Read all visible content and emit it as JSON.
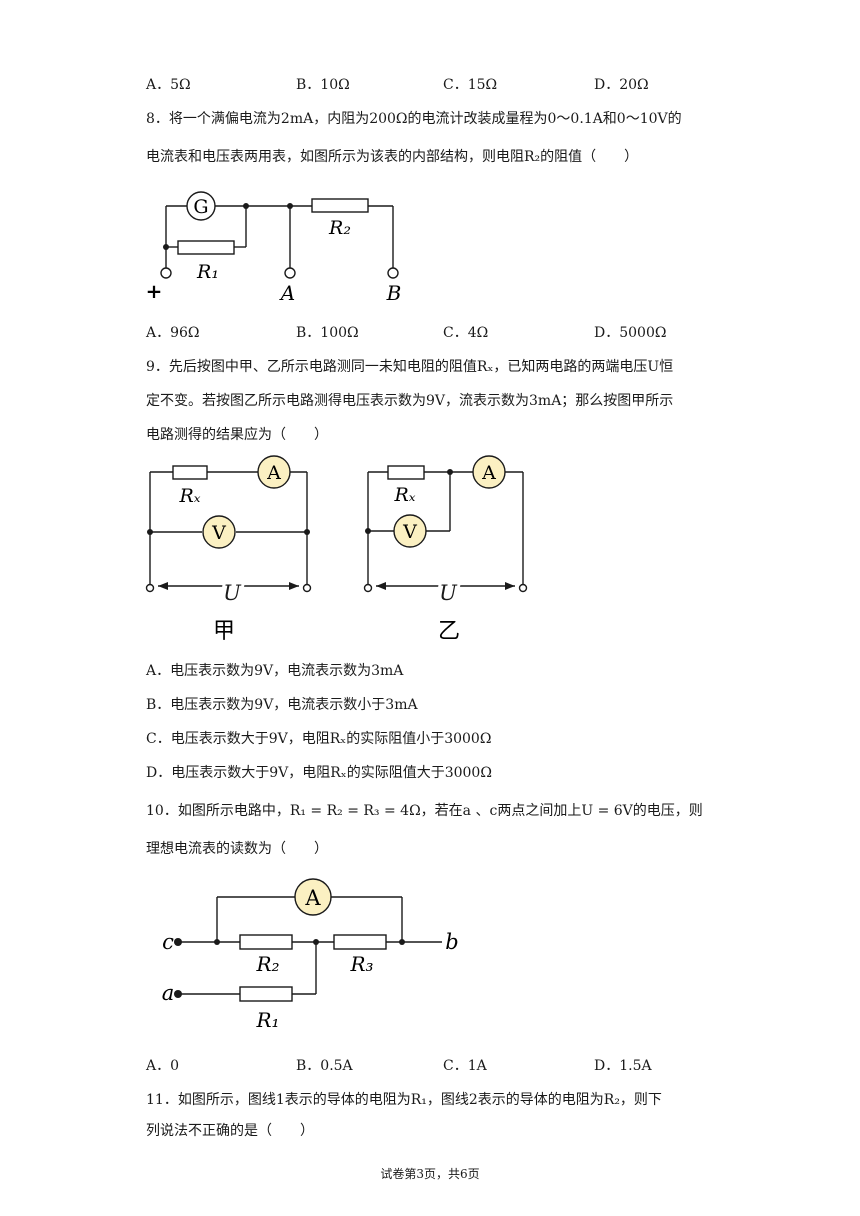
{
  "q7": {
    "options": [
      "A．5Ω",
      "B．10Ω",
      "C．15Ω",
      "D．20Ω"
    ]
  },
  "q8": {
    "line1": "8．将一个满偏电流为2mA，内阻为200Ω的电流计改装成量程为0～0.1A和0～10V的",
    "line2": "电流表和电压表两用表，如图所示为该表的内部结构，则电阻R₂的阻值（　　）",
    "figure": {
      "galvanometer": "G",
      "r1": "R₁",
      "r2": "R₂",
      "plus": "+",
      "terminal_a": "A",
      "terminal_b": "B"
    },
    "options": [
      "A．96Ω",
      "B．100Ω",
      "C．4Ω",
      "D．5000Ω"
    ]
  },
  "q9": {
    "line1": "9．先后按图中甲、乙所示电路测同一未知电阻的阻值Rₓ，已知两电路的两端电压U恒",
    "line2": "定不变。若按图乙所示电路测得电压表示数为9V，流表示数为3mA；那么按图甲所示",
    "line3": "电路测得的结果应为（　　）",
    "figure": {
      "rx": "Rₓ",
      "ammeter": "A",
      "voltmeter": "V",
      "u": "U",
      "label_left": "甲",
      "label_right": "乙"
    },
    "options": [
      "A．电压表示数为9V，电流表示数为3mA",
      "B．电压表示数为9V，电流表示数小于3mA",
      "C．电压表示数大于9V，电阻Rₓ的实际阻值小于3000Ω",
      "D．电压表示数大于9V，电阻Rₓ的实际阻值大于3000Ω"
    ]
  },
  "q10": {
    "line1": "10．如图所示电路中，R₁ = R₂ = R₃ = 4Ω，若在a 、c两点之间加上U = 6V的电压，则",
    "line2": "理想电流表的读数为（　　）",
    "figure": {
      "ammeter": "A",
      "c": "c",
      "a": "a",
      "b": "b",
      "r1": "R₁",
      "r2": "R₂",
      "r3": "R₃"
    },
    "options": [
      "A．0",
      "B．0.5A",
      "C．1A",
      "D．1.5A"
    ]
  },
  "q11": {
    "line1": "11．如图所示，图线1表示的导体的电阻为R₁，图线2表示的导体的电阻为R₂，则下",
    "line2": "列说法不正确的是（　　）"
  },
  "footer": "试卷第3页，共6页"
}
